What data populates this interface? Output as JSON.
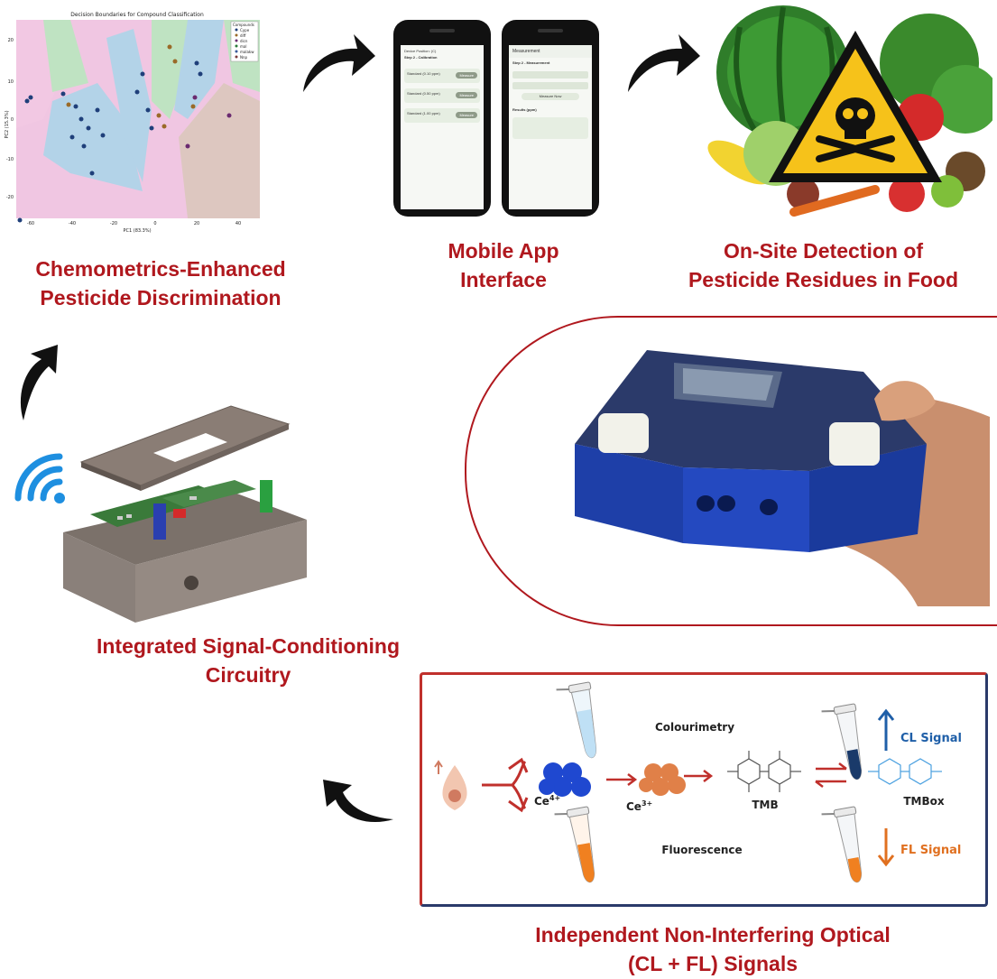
{
  "captions": {
    "chemometrics_line1": "Chemometrics-Enhanced",
    "chemometrics_line2": "Pesticide Discrimination",
    "mobile_line1": "Mobile App",
    "mobile_line2": "Interface",
    "onsite_line1": "On-Site Detection of",
    "onsite_line2": "Pesticide Residues in Food",
    "circuitry_line1": "Integrated Signal-Conditioning",
    "circuitry_line2": "Circuitry",
    "optical_line1": "Independent Non-Interfering Optical",
    "optical_line2": "(CL + FL) Signals"
  },
  "plot": {
    "title": "Decision Boundaries for Compound Classification",
    "xlabel": "PC1 (83.3%)",
    "ylabel": "PC2 (15.3%)",
    "legend_title": "Compounds",
    "legend_items": [
      "Cype",
      "diff",
      "dicn",
      "mal",
      "malakw",
      "Nnp"
    ],
    "x_ticks": [
      "-60",
      "-40",
      "-20",
      "0",
      "20",
      "40"
    ],
    "y_ticks": [
      "20",
      "10",
      "0",
      "-10",
      "-20"
    ]
  },
  "phones": {
    "left": {
      "header": "Device Position: (C)",
      "step": "Step 2 - Calibration",
      "rows": [
        "Standard (0.10 ppm)",
        "Standard (0.50 ppm)",
        "Standard (1.00 ppm)"
      ],
      "row_button": "Measure"
    },
    "right": {
      "appbar": "Measurement",
      "step": "Step 2 - Measurement",
      "button": "Measure Now",
      "results_title": "Results (ppm)"
    }
  },
  "scheme": {
    "colourimetry": "Colourimetry",
    "fluorescence": "Fluorescence",
    "ce4": "Ce",
    "ce4_sup": "4+",
    "ce3": "Ce",
    "ce3_sup": "3+",
    "tmb": "TMB",
    "tmbox": "TMBox",
    "cl_signal": "CL Signal",
    "fl_signal": "FL Signal"
  },
  "colors": {
    "caption_red": "#b0181e",
    "arrow_black": "#111111",
    "cl_blue": "#1f5fa8",
    "fl_orange": "#e07020",
    "device_blue": "#1e3fa8"
  }
}
